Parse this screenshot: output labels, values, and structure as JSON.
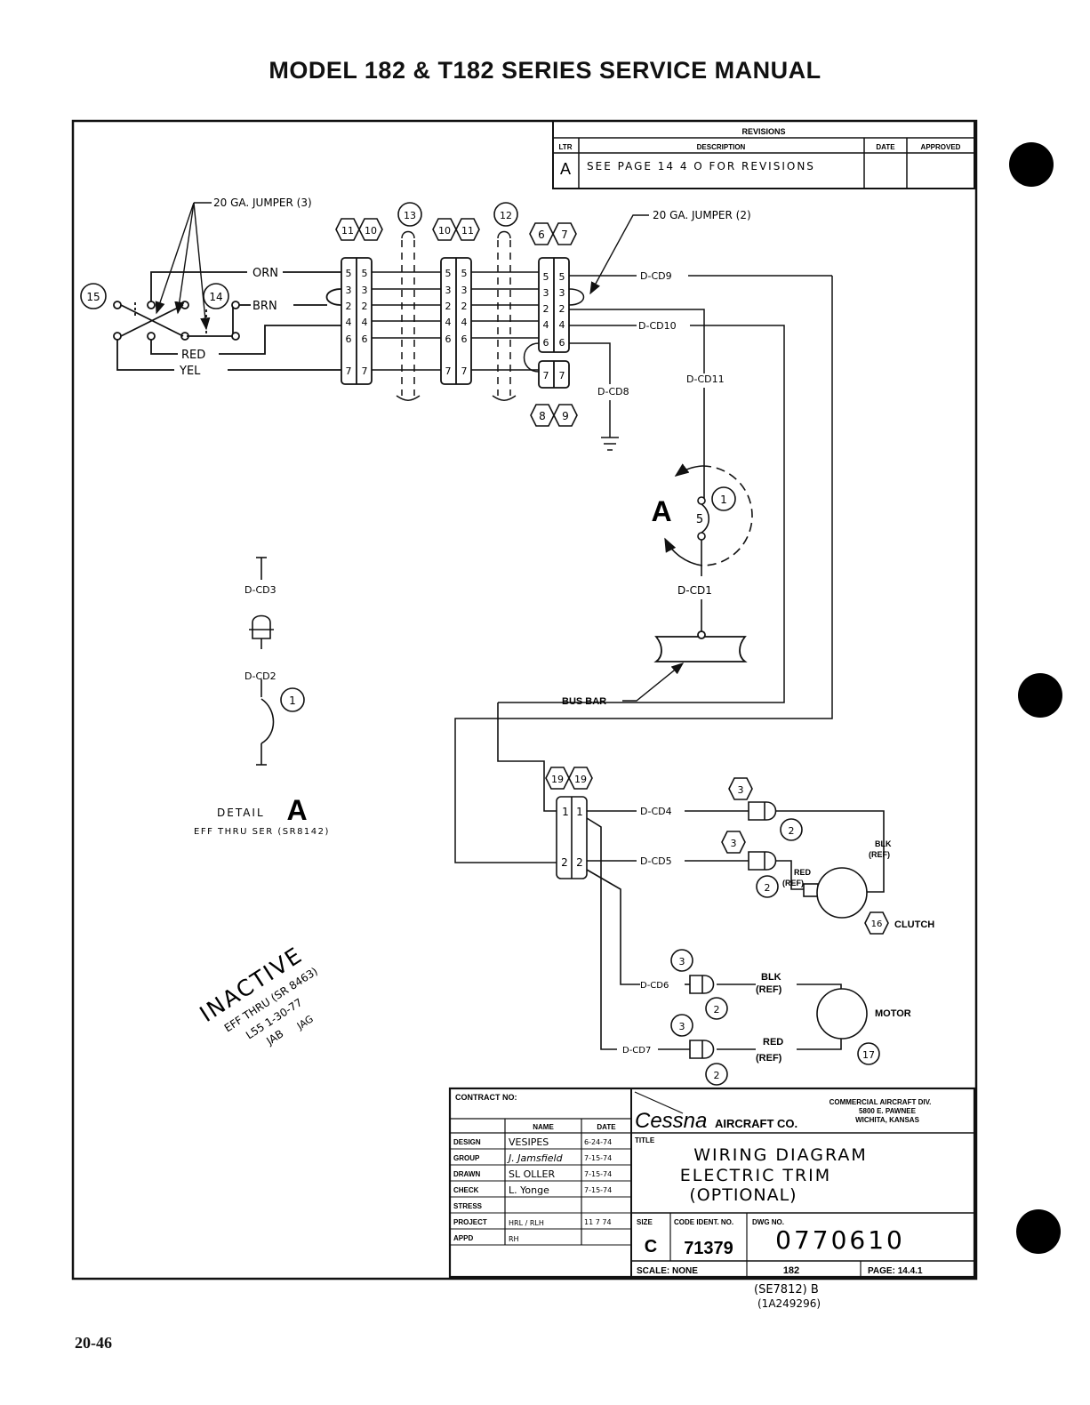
{
  "header": {
    "title": "MODEL 182 & T182 SERIES SERVICE MANUAL"
  },
  "page_number": "20-46",
  "revisions": {
    "title": "REVISIONS",
    "columns": [
      "LTR",
      "DESCRIPTION",
      "DATE",
      "APPROVED"
    ],
    "rows": [
      {
        "ltr": "A",
        "description": "SEE PAGE 14 4 O FOR REVISIONS",
        "date": "",
        "approved": ""
      }
    ]
  },
  "callouts": {
    "jumper_left": "20 GA. JUMPER (3)",
    "jumper_right": "20 GA. JUMPER (2)",
    "bus_bar": "BUS BAR",
    "clutch": "CLUTCH",
    "motor": "MOTOR"
  },
  "wires": {
    "orn": "ORN",
    "brn": "BRN",
    "red": "RED",
    "yel": "YEL",
    "d_cd9": "D-CD9",
    "d_cd10": "D-CD10",
    "d_cd11": "D-CD11",
    "d_cd8": "D-CD8",
    "d_cd1": "D-CD1",
    "d_cd3": "D-CD3",
    "d_cd2": "D-CD2",
    "d_cd4": "D-CD4",
    "d_cd5": "D-CD5",
    "d_cd6": "D-CD6",
    "d_cd7": "D-CD7",
    "blk_ref": "BLK",
    "red_ref": "RED",
    "ref": "(REF)"
  },
  "connector_pins": [
    "5",
    "3",
    "2",
    "4",
    "6",
    "7"
  ],
  "item_numbers": {
    "n15": "15",
    "n14": "14",
    "n11": "11",
    "n10": "10",
    "n13": "13",
    "n12": "12",
    "n6": "6",
    "n7": "7",
    "n8": "8",
    "n9": "9",
    "n1": "1",
    "n19": "19",
    "n3": "3",
    "n2": "2",
    "n16": "16",
    "n17": "17"
  },
  "detail": {
    "letter": "A",
    "label": "DETAIL",
    "effectivity": "EFF THRU SER (SR8142)",
    "switch_pin": "5"
  },
  "stamp": {
    "main": "INACTIVE",
    "line1": "EFF THRU (SR 8463)",
    "line2": "L55 1-30-77",
    "line3": "JAB",
    "line4": "JAG"
  },
  "title_block": {
    "contract_label": "CONTRACT NO:",
    "name_header": "NAME",
    "date_header": "DATE",
    "signoffs": [
      {
        "role": "DESIGN",
        "name": "VESIPES",
        "date": "6-24-74"
      },
      {
        "role": "GROUP",
        "name": "J. Jamsfield",
        "date": "7-15-74"
      },
      {
        "role": "DRAWN",
        "name": "SL OLLER",
        "date": "7-15-74"
      },
      {
        "role": "CHECK",
        "name": "L. Yonge",
        "date": "7-15-74"
      },
      {
        "role": "STRESS",
        "name": "",
        "date": ""
      },
      {
        "role": "PROJECT",
        "name": "HRL / RLH",
        "date": "11 7 74"
      },
      {
        "role": "APPD",
        "name": "RH",
        "date": ""
      }
    ],
    "company_logo": "Cessna",
    "company_suffix": "AIRCRAFT CO.",
    "division": "COMMERCIAL AIRCRAFT DIV.",
    "address": "5800 E. PAWNEE",
    "city": "WICHITA, KANSAS",
    "title_label": "TITLE",
    "title_line1": "WIRING DIAGRAM",
    "title_line2": "ELECTRIC TRIM",
    "title_line3": "(OPTIONAL)",
    "size_label": "SIZE",
    "size_value": "C",
    "code_label": "CODE IDENT. NO.",
    "code_value": "71379",
    "dwg_label": "DWG NO.",
    "dwg_value": "0770610",
    "scale_label": "SCALE: NONE",
    "model_value": "182",
    "page_label": "PAGE: 14.4.1",
    "note_line1": "(SE7812) B",
    "note_line2": "(1A249296)"
  }
}
